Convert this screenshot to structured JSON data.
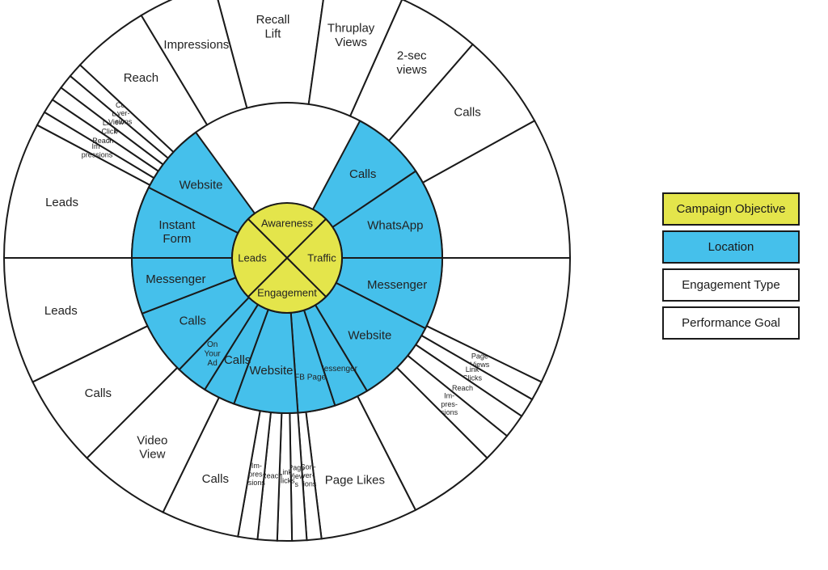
{
  "colors": {
    "objective": "#e4e54b",
    "location": "#45c0eb",
    "engagement": "#ffffff",
    "goal": "#ffffff",
    "stroke": "#1a1a1a"
  },
  "objectives": [
    {
      "label": "Awareness",
      "start": 315,
      "end": 45
    },
    {
      "label": "Traffic",
      "start": 45,
      "end": 135
    },
    {
      "label": "Engagement",
      "start": 135,
      "end": 225
    },
    {
      "label": "Leads",
      "start": 225,
      "end": 315
    }
  ],
  "locations": [
    {
      "label": [
        "Calls"
      ],
      "start": 28,
      "end": 56
    },
    {
      "label": [
        "WhatsApp"
      ],
      "start": 56,
      "end": 90
    },
    {
      "label": [
        "Messenger"
      ],
      "start": 90,
      "end": 117
    },
    {
      "label": [
        "Website"
      ],
      "start": 117,
      "end": 149
    },
    {
      "label": [
        "Messenger"
      ],
      "start": 149,
      "end": 162,
      "small": true
    },
    {
      "label": [
        "FB Page"
      ],
      "start": 162,
      "end": 176,
      "small": true
    },
    {
      "label": [
        "Website"
      ],
      "start": 176,
      "end": 200
    },
    {
      "label": [
        "Calls"
      ],
      "start": 200,
      "end": 212
    },
    {
      "label": [
        "On",
        "Your",
        "Ad"
      ],
      "start": 212,
      "end": 224,
      "small": true
    },
    {
      "label": [
        "Calls"
      ],
      "start": 224,
      "end": 249
    },
    {
      "label": [
        "Messenger"
      ],
      "start": 249,
      "end": 270
    },
    {
      "label": [
        "Instant",
        "Form"
      ],
      "start": 270,
      "end": 297
    },
    {
      "label": [
        "Website"
      ],
      "start": 297,
      "end": 324
    }
  ],
  "goals": [
    {
      "label": [
        "Recall",
        "Lift"
      ],
      "start": 345,
      "end": 8
    },
    {
      "label": [
        "Thruplay",
        "Views"
      ],
      "start": 8,
      "end": 24
    },
    {
      "label": [
        "2-sec",
        "views"
      ],
      "start": 24,
      "end": 41
    },
    {
      "label": [
        "Calls"
      ],
      "start": 41,
      "end": 61
    },
    {
      "label": [
        ""
      ],
      "start": 61,
      "end": 90
    },
    {
      "label": [
        ""
      ],
      "start": 90,
      "end": 116
    },
    {
      "label": [
        "Page",
        "Views"
      ],
      "start": 116,
      "end": 120,
      "small": true
    },
    {
      "label": [
        "Link",
        "Clicks"
      ],
      "start": 120,
      "end": 124,
      "small": true
    },
    {
      "label": [
        "Reach"
      ],
      "start": 124,
      "end": 129,
      "small": true
    },
    {
      "label": [
        "Im-",
        "pres-",
        "sions"
      ],
      "start": 129,
      "end": 135,
      "small": true
    },
    {
      "label": [
        ""
      ],
      "start": 135,
      "end": 153
    },
    {
      "label": [
        "Page Likes"
      ],
      "start": 153,
      "end": 173
    },
    {
      "label": [
        "Con-",
        "ver-",
        "sions"
      ],
      "start": 173,
      "end": 176,
      "small": true
    },
    {
      "label": [
        "Page",
        "View",
        "s"
      ],
      "start": 176,
      "end": 179,
      "small": true
    },
    {
      "label": [
        "Link",
        "Clicks"
      ],
      "start": 179,
      "end": 182,
      "small": true
    },
    {
      "label": [
        "Reach"
      ],
      "start": 182,
      "end": 186,
      "small": true
    },
    {
      "label": [
        "Im-",
        "pres-",
        "sions"
      ],
      "start": 186,
      "end": 190,
      "small": true
    },
    {
      "label": [
        "Calls"
      ],
      "start": 190,
      "end": 206
    },
    {
      "label": [
        "Video",
        "View"
      ],
      "start": 206,
      "end": 225
    },
    {
      "label": [
        "Calls"
      ],
      "start": 225,
      "end": 244
    },
    {
      "label": [
        "Leads"
      ],
      "start": 244,
      "end": 270
    },
    {
      "label": [
        "Leads"
      ],
      "start": 270,
      "end": 298
    },
    {
      "label": [
        "Im-",
        "pressions"
      ],
      "start": 298,
      "end": 301,
      "small": true
    },
    {
      "label": [
        "Reach"
      ],
      "start": 301,
      "end": 304,
      "small": true
    },
    {
      "label": [
        "Link",
        "Click",
        "s"
      ],
      "start": 304,
      "end": 307,
      "small": true
    },
    {
      "label": [
        "LP",
        "View",
        "s"
      ],
      "start": 307,
      "end": 310,
      "small": true
    },
    {
      "label": [
        "Con-",
        "ver-",
        "sions"
      ],
      "start": 310,
      "end": 313,
      "small": true
    },
    {
      "label": [
        "Reach"
      ],
      "start": 313,
      "end": 329
    },
    {
      "label": [
        "Impressions"
      ],
      "start": 329,
      "end": 345
    }
  ],
  "legend": [
    {
      "label": "Campaign Objective",
      "color": "#e4e54b"
    },
    {
      "label": "Location",
      "color": "#45c0eb"
    },
    {
      "label": "Engagement Type",
      "color": "#ffffff"
    },
    {
      "label": "Performance Goal",
      "color": "#ffffff"
    }
  ]
}
